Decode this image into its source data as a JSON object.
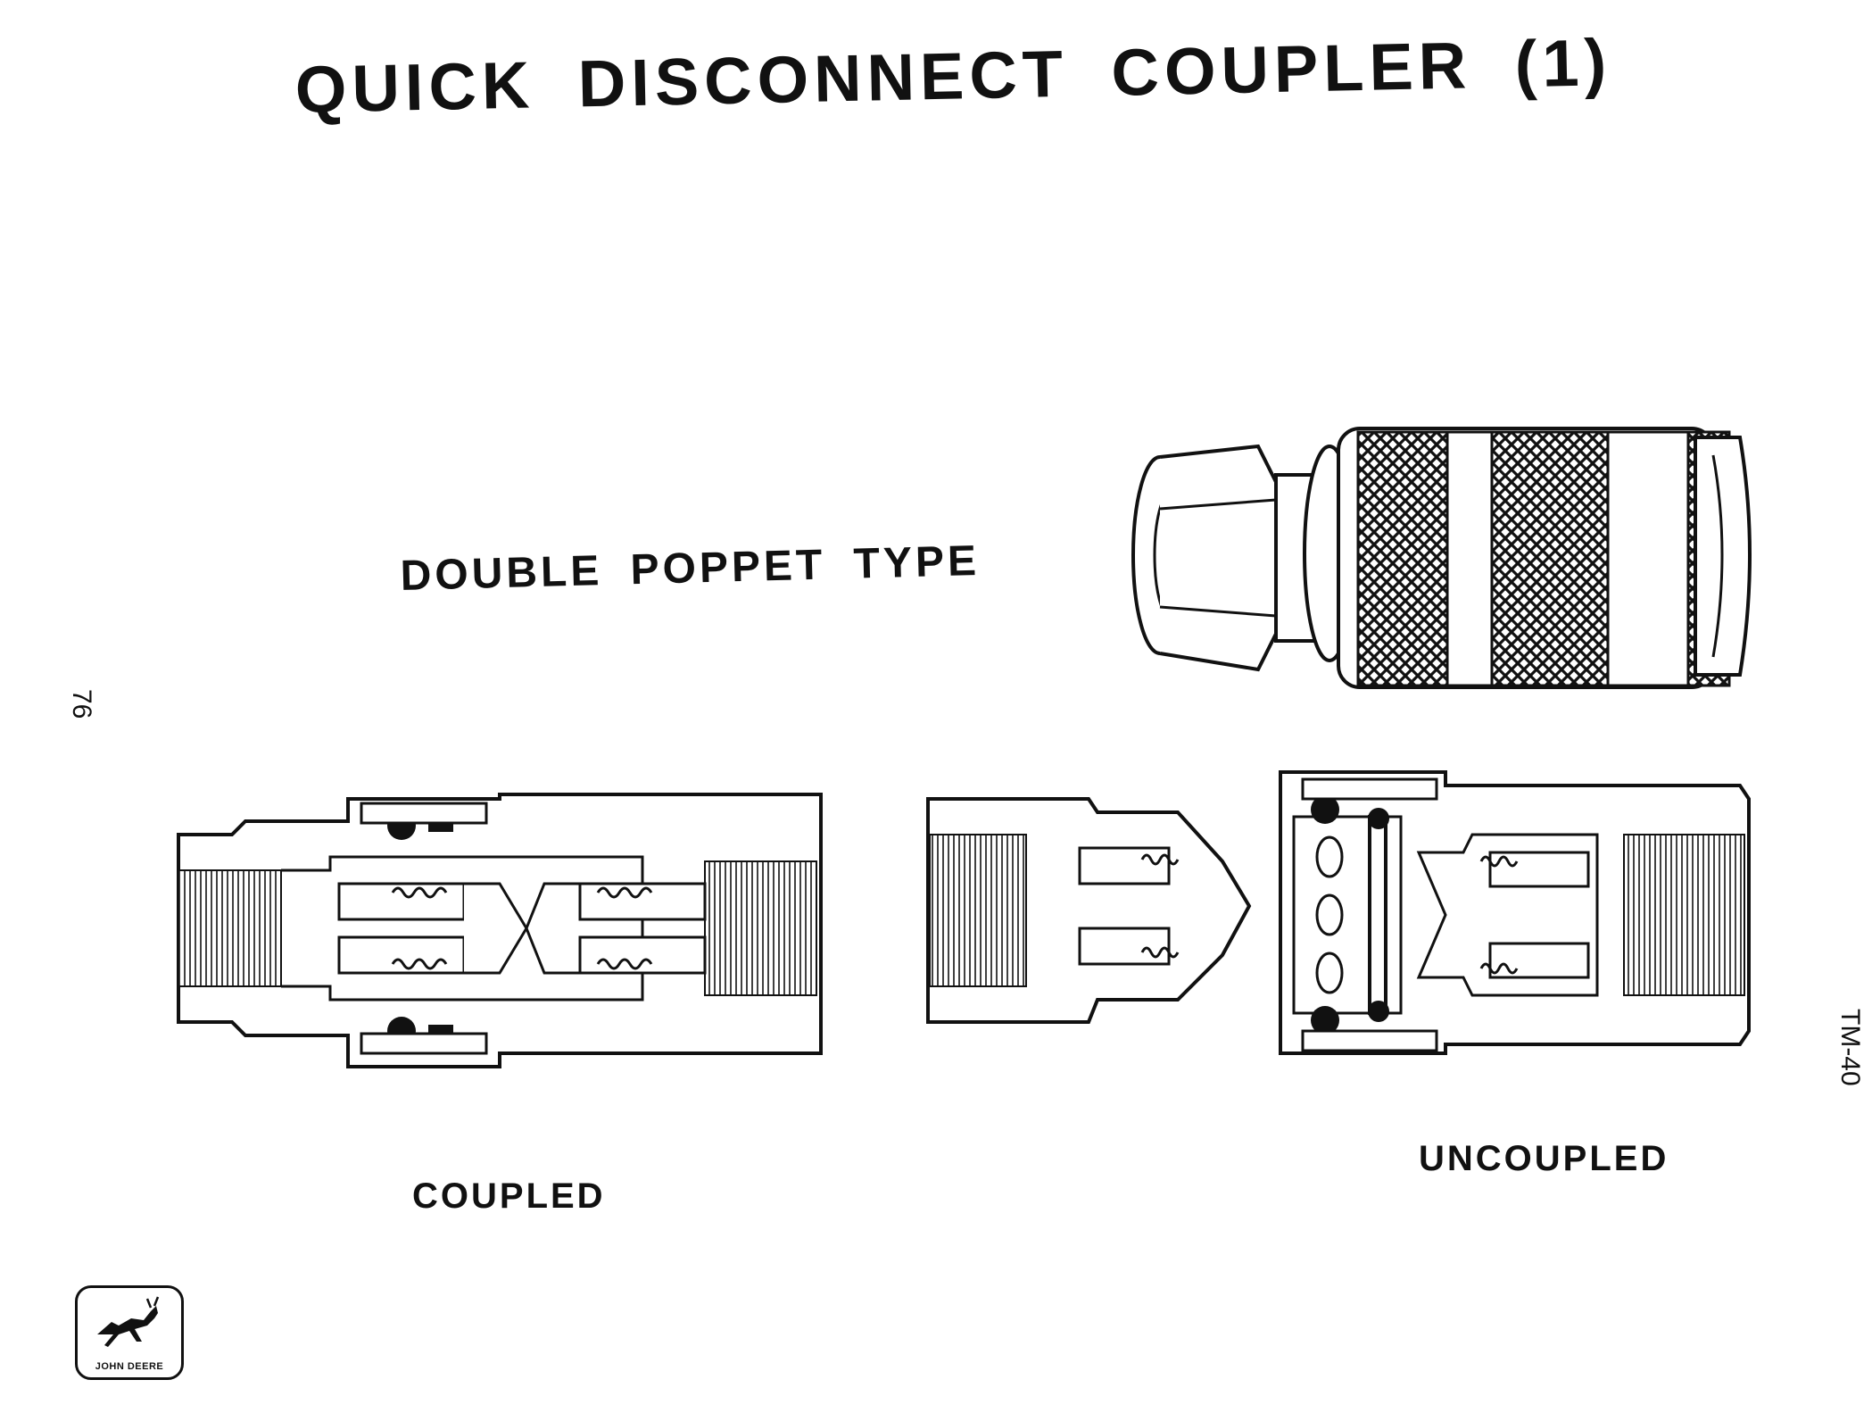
{
  "title": "QUICK DISCONNECT COUPLER (1)",
  "subtitle": "DOUBLE POPPET TYPE",
  "labels": {
    "coupled": "COUPLED",
    "uncoupled": "UNCOUPLED"
  },
  "page_number": "76",
  "document_code": "TM-40",
  "logo": {
    "text": "JOHN DEERE",
    "icon": "deer-icon"
  },
  "colors": {
    "ink": "#111111",
    "paper": "#ffffff"
  }
}
